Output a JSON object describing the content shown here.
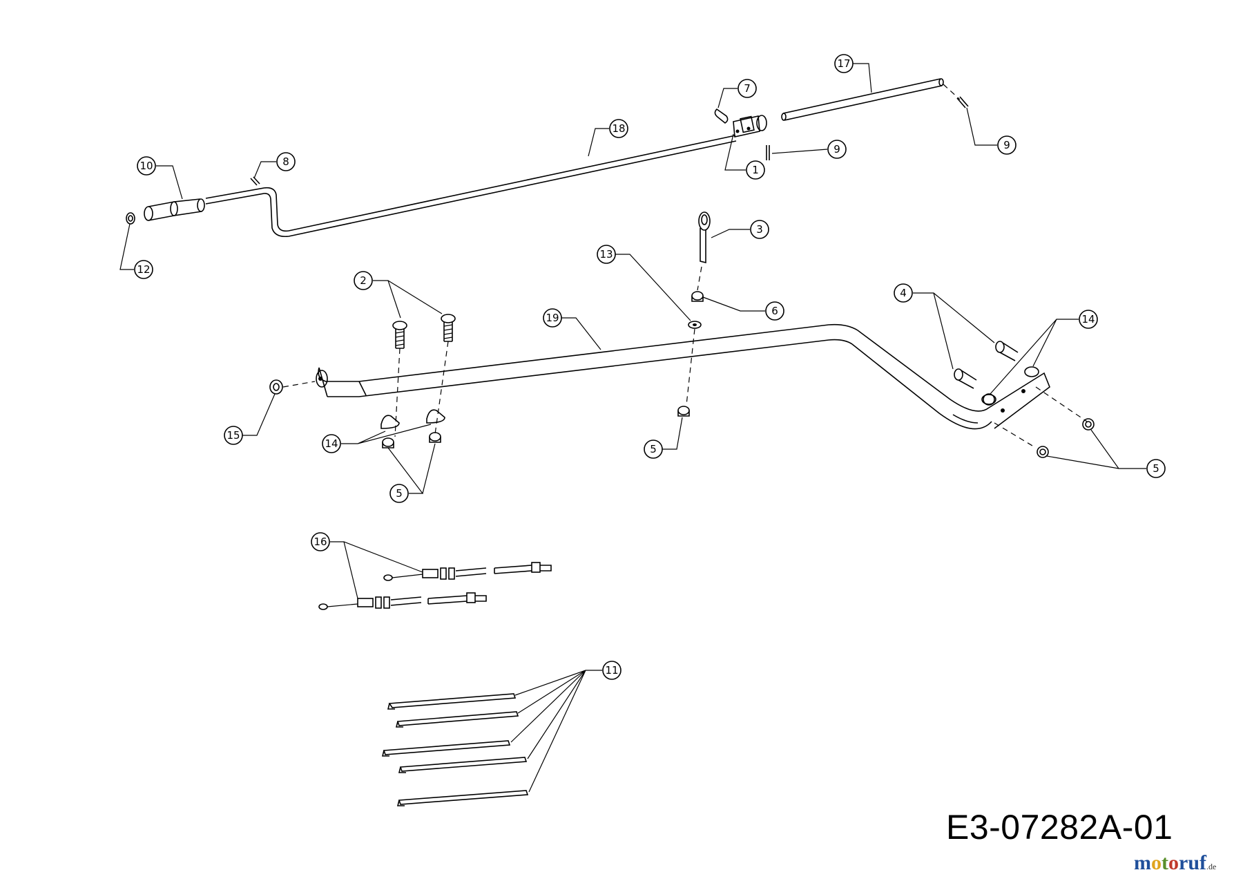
{
  "drawing_number": "E3-07282A-01",
  "watermark": {
    "parts": [
      "m",
      "o",
      "t",
      "o",
      "r",
      "uf"
    ],
    "suffix": ".de"
  },
  "callouts": [
    "1",
    "2",
    "3",
    "4",
    "5",
    "6",
    "7",
    "8",
    "9",
    "10",
    "11",
    "12",
    "13",
    "14",
    "15",
    "16",
    "17",
    "18",
    "19"
  ],
  "ink_color": "#000000",
  "background": "#ffffff"
}
